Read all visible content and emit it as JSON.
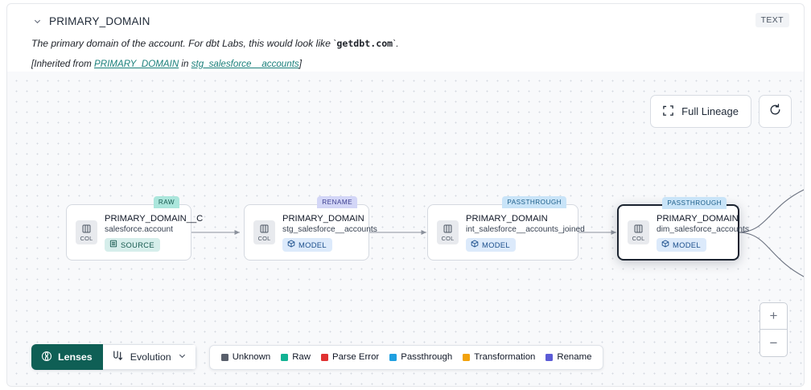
{
  "header": {
    "chevron_icon": "chevron-down-icon",
    "title": "PRIMARY_DOMAIN",
    "type_badge": "TEXT",
    "description_pre": "The primary domain of the account. For dbt Labs, this would look like `",
    "description_code": "getdbt.com",
    "description_post": "`.",
    "inherited_pre": "[Inherited from ",
    "inherited_link1": "PRIMARY_DOMAIN",
    "inherited_mid": " in ",
    "inherited_link2": "stg_salesforce__accounts",
    "inherited_post": "]"
  },
  "controls": {
    "full_lineage_label": "Full Lineage",
    "full_lineage_icon": "expand-icon",
    "refresh_icon": "refresh-icon",
    "zoom_in_label": "+",
    "zoom_out_label": "−"
  },
  "graph": {
    "nodes": [
      {
        "tag": "RAW",
        "tag_class": "tag-raw",
        "icon_label": "COL",
        "column": "PRIMARY_DOMAIN__C",
        "table": "salesforce.account",
        "pill_label": "SOURCE",
        "pill_icon": "database-icon",
        "pill_class": "pill-source",
        "selected": false
      },
      {
        "tag": "RENAME",
        "tag_class": "tag-rename",
        "icon_label": "COL",
        "column": "PRIMARY_DOMAIN",
        "table": "stg_salesforce__accounts",
        "pill_label": "MODEL",
        "pill_icon": "cube-icon",
        "pill_class": "pill-model",
        "selected": false
      },
      {
        "tag": "PASSTHROUGH",
        "tag_class": "tag-passthrough",
        "icon_label": "COL",
        "column": "PRIMARY_DOMAIN",
        "table": "int_salesforce__accounts_joined",
        "pill_label": "MODEL",
        "pill_icon": "cube-icon",
        "pill_class": "pill-model",
        "selected": false
      },
      {
        "tag": "PASSTHROUGH",
        "tag_class": "tag-passthrough",
        "icon_label": "COL",
        "column": "PRIMARY_DOMAIN",
        "table": "dim_salesforce_accounts",
        "pill_label": "MODEL",
        "pill_icon": "cube-icon",
        "pill_class": "pill-model",
        "selected": true
      }
    ]
  },
  "toolbar": {
    "lenses_label": "Lenses",
    "lenses_icon": "lens-icon",
    "evolution_label": "Evolution",
    "evolution_icon": "evolution-icon",
    "evolution_chevron": "chevron-down-icon",
    "legend": [
      {
        "label": "Unknown",
        "color": "#595f6b"
      },
      {
        "label": "Raw",
        "color": "#12b293"
      },
      {
        "label": "Parse Error",
        "color": "#e03131"
      },
      {
        "label": "Passthrough",
        "color": "#1f9fe0"
      },
      {
        "label": "Transformation",
        "color": "#f2a20c"
      },
      {
        "label": "Rename",
        "color": "#5b5bd6"
      }
    ]
  }
}
